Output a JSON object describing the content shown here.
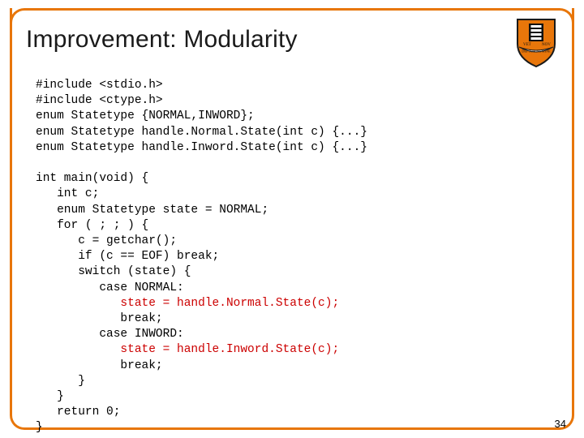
{
  "slide": {
    "title": "Improvement: Modularity",
    "page_number": "34",
    "accent_color": "#E8760A",
    "code_keyword_color": "#CC0000",
    "logo": {
      "name": "princeton-shield-crest",
      "motto": "VET NOV TESTAMENTUM",
      "banner": "DEI SUB NUMINE VIGET"
    }
  },
  "code_block": {
    "lines": [
      {
        "text": "#include <stdio.h>",
        "highlight": false
      },
      {
        "text": "#include <ctype.h>",
        "highlight": false
      },
      {
        "text": "enum Statetype {NORMAL,INWORD};",
        "highlight": false
      },
      {
        "text": "enum Statetype handle.Normal.State(int c) {...}",
        "highlight": false
      },
      {
        "text": "enum Statetype handle.Inword.State(int c) {...}",
        "highlight": false
      },
      {
        "text": "",
        "highlight": false
      },
      {
        "text": "int main(void) {",
        "highlight": false
      },
      {
        "text": "   int c;",
        "highlight": false
      },
      {
        "text": "   enum Statetype state = NORMAL;",
        "highlight": false
      },
      {
        "text": "   for ( ; ; ) {",
        "highlight": false
      },
      {
        "text": "      c = getchar();",
        "highlight": false
      },
      {
        "text": "      if (c == EOF) break;",
        "highlight": false
      },
      {
        "text": "      switch (state) {",
        "highlight": false
      },
      {
        "text": "         case NORMAL:",
        "highlight": false
      },
      {
        "text": "            state = handle.Normal.State(c);",
        "highlight": true
      },
      {
        "text": "            break;",
        "highlight": false
      },
      {
        "text": "         case INWORD:",
        "highlight": false
      },
      {
        "text": "            state = handle.Inword.State(c);",
        "highlight": true
      },
      {
        "text": "            break;",
        "highlight": false
      },
      {
        "text": "      }",
        "highlight": false
      },
      {
        "text": "   }",
        "highlight": false
      },
      {
        "text": "   return 0;",
        "highlight": false
      },
      {
        "text": "}",
        "highlight": false
      }
    ]
  }
}
